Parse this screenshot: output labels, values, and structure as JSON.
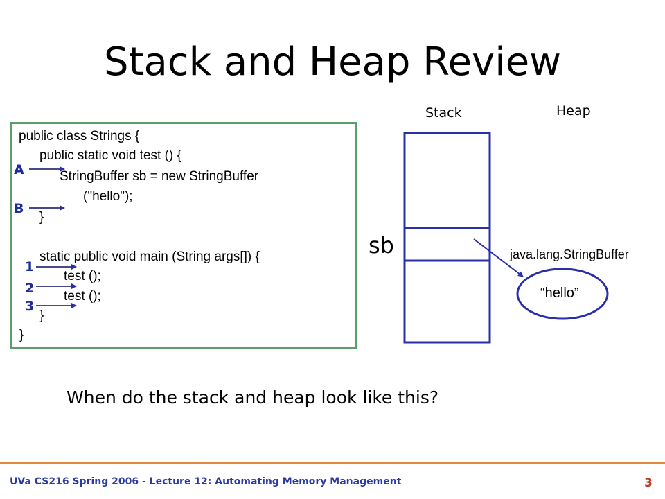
{
  "slide": {
    "title": "Stack and Heap Review",
    "question": "When do the stack and heap look like this?",
    "footer": "UVa CS216 Spring 2006 - Lecture 12: Automating Memory Management",
    "page_number": "3"
  },
  "code": {
    "lines": [
      "public class Strings {",
      "public static void test () {",
      "StringBuffer sb = new StringBuffer",
      "(\"hello\");",
      "}",
      "static public void main (String args[]) {",
      "test ();",
      "test ();",
      "}",
      "}"
    ],
    "markers": [
      "A",
      "B",
      "1",
      "2",
      "3"
    ]
  },
  "diagram": {
    "stack_label": "Stack",
    "heap_label": "Heap",
    "variable": "sb",
    "object_type": "java.lang.StringBuffer",
    "object_value": "“hello”"
  },
  "colors": {
    "code_border": "#5a9e6f",
    "marker_blue": "#1f2d9c",
    "stack_blue": "#2a2fa8",
    "footer_blue": "#2b3aa3",
    "page_number": "#c23a1e",
    "footer_rule": "#e08a3a"
  }
}
